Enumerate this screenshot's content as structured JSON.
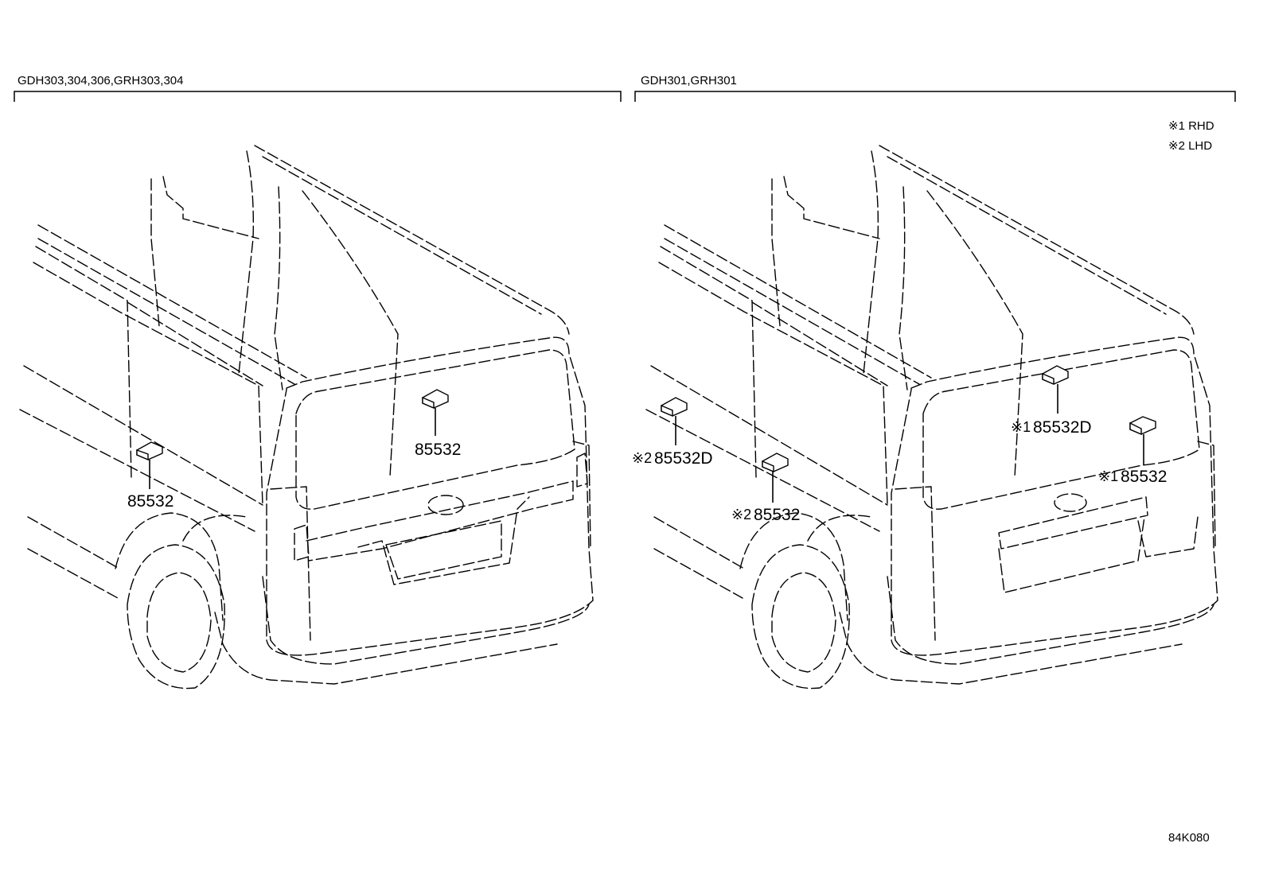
{
  "headers": {
    "left": "GDH303,304,306,GRH303,304",
    "right": "GDH301,GRH301"
  },
  "notes": {
    "rhd": "※1 RHD",
    "lhd": "※2 LHD"
  },
  "callouts": {
    "left_side": {
      "part": "85532"
    },
    "left_rear": {
      "part": "85532"
    },
    "right_side_upper": {
      "mark": "※2",
      "part": "85532D"
    },
    "right_side_lower": {
      "mark": "※2",
      "part": "85532"
    },
    "right_rear_upper": {
      "mark": "※1",
      "part": "85532D"
    },
    "right_rear_lower": {
      "mark": "※1",
      "part": "85532"
    }
  },
  "figure_id": "84K080"
}
